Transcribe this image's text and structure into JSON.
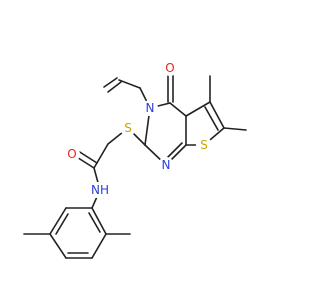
{
  "colors": {
    "bond": "#222222",
    "carbon": "#222222",
    "oxygen": "#e8261e",
    "nitrogen": "#2b3fdc",
    "sulfur": "#c9a400"
  },
  "atoms": [
    {
      "id": "o_keto",
      "label": "O",
      "element": "oxygen"
    },
    {
      "id": "n3",
      "label": "N",
      "element": "nitrogen"
    },
    {
      "id": "n1",
      "label": "N",
      "element": "nitrogen"
    },
    {
      "id": "s_ring",
      "label": "S",
      "element": "sulfur"
    },
    {
      "id": "s_thio",
      "label": "S",
      "element": "sulfur"
    },
    {
      "id": "o_amide",
      "label": "O",
      "element": "oxygen"
    },
    {
      "id": "nh_amide",
      "label": "NH",
      "element": "nitrogen"
    }
  ]
}
